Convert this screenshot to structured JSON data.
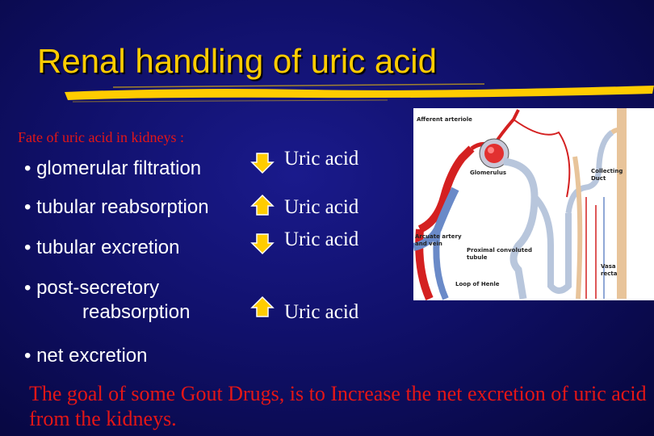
{
  "slide": {
    "title": "Renal handling of uric acid",
    "subtitle": "Fate of uric acid in kidneys",
    "subtitle_suffix": " :",
    "items": [
      {
        "label": "• glomerular filtration",
        "arrow": "down",
        "value": "Uric acid"
      },
      {
        "label": "• tubular reabsorption",
        "arrow": "up",
        "value": "Uric acid"
      },
      {
        "label": "• tubular excretion",
        "arrow": "down",
        "value": "Uric acid"
      },
      {
        "label": "• post-secretory",
        "label_line2": "reabsorption",
        "arrow": "up",
        "value": "Uric acid"
      },
      {
        "label": "• net excretion"
      }
    ],
    "goal": "The goal of some Gout Drugs, is to Increase the net excretion of uric acid from the kidneys."
  },
  "diagram": {
    "labels": {
      "afferent": "Afferent arteriole",
      "glomerulus": "Glomerulus",
      "collecting": "Collecting",
      "collecting2": "Duct",
      "arcuate": "Arcuate artery",
      "arcuate2": "and vein",
      "proximal": "Proximal convoluted",
      "proximal2": "tubule",
      "henle": "Loop of Henle",
      "vasa": "Vasa",
      "vasa2": "recta"
    }
  },
  "colors": {
    "title": "#ffcc00",
    "accent_red": "#e41616",
    "arrow_fill": "#ffcc00",
    "body_text": "#ffffff"
  },
  "icons": [
    "arrow-down-icon",
    "arrow-up-icon"
  ]
}
